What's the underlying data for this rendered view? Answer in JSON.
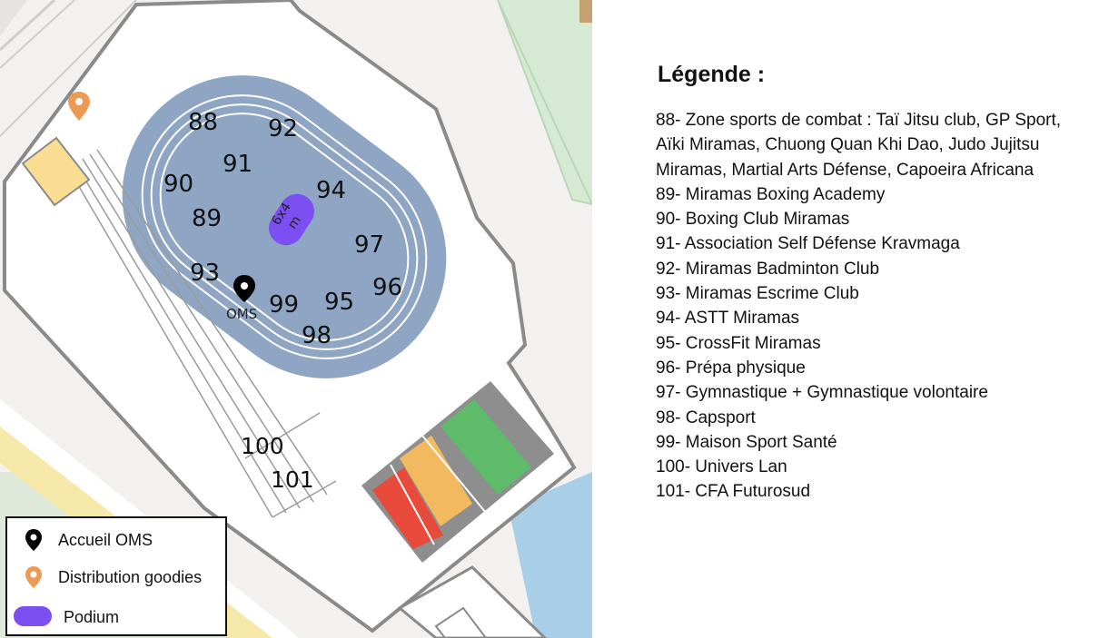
{
  "map": {
    "zones": [
      {
        "id": "88",
        "label": "88"
      },
      {
        "id": "92",
        "label": "92"
      },
      {
        "id": "91",
        "label": "91"
      },
      {
        "id": "90",
        "label": "90"
      },
      {
        "id": "94",
        "label": "94"
      },
      {
        "id": "89",
        "label": "89"
      },
      {
        "id": "97",
        "label": "97"
      },
      {
        "id": "93",
        "label": "93"
      },
      {
        "id": "96",
        "label": "96"
      },
      {
        "id": "99",
        "label": "99"
      },
      {
        "id": "95",
        "label": "95"
      },
      {
        "id": "98",
        "label": "98"
      },
      {
        "id": "100",
        "label": "100"
      },
      {
        "id": "101",
        "label": "101"
      }
    ],
    "oms_label": "OMS",
    "podium_label": "6x4\nm",
    "colors": {
      "track": "#8ea6c4",
      "lane_lines": "#ffffff",
      "podium": "#7b4ff2",
      "oms_pin": "#000000",
      "goodies_pin": "#ee9a55",
      "field_green": "#5dbb6a",
      "field_orange": "#f3b95f",
      "field_red": "#e84a3c",
      "yellow_block": "#f8dd93",
      "water": "#a9cfe8",
      "park": "#d6e9d3"
    }
  },
  "map_legend": {
    "items": [
      {
        "icon": "oms-pin-icon",
        "label": "Accueil OMS"
      },
      {
        "icon": "goodies-pin-icon",
        "label": "Distribution goodies"
      },
      {
        "icon": "podium-icon",
        "label": "Podium"
      }
    ]
  },
  "legend": {
    "title": "Légende :",
    "entries": [
      "88- Zone sports de combat  : Taï Jitsu club, GP Sport, Aïki Miramas, Chuong Quan Khi Dao, Judo Jujitsu Miramas, Martial Arts Défense, Capoeira Africana",
      "89- Miramas Boxing Academy",
      "90- Boxing Club Miramas",
      "91- Association Self Défense Kravmaga",
      "92- Miramas Badminton Club",
      "93- Miramas Escrime Club",
      "94- ASTT Miramas",
      "95- CrossFit Miramas",
      "96- Prépa physique",
      "97- Gymnastique + Gymnastique volontaire",
      "98- Capsport",
      "99- Maison Sport Santé",
      "100- Univers Lan",
      "101- CFA Futurosud"
    ]
  }
}
